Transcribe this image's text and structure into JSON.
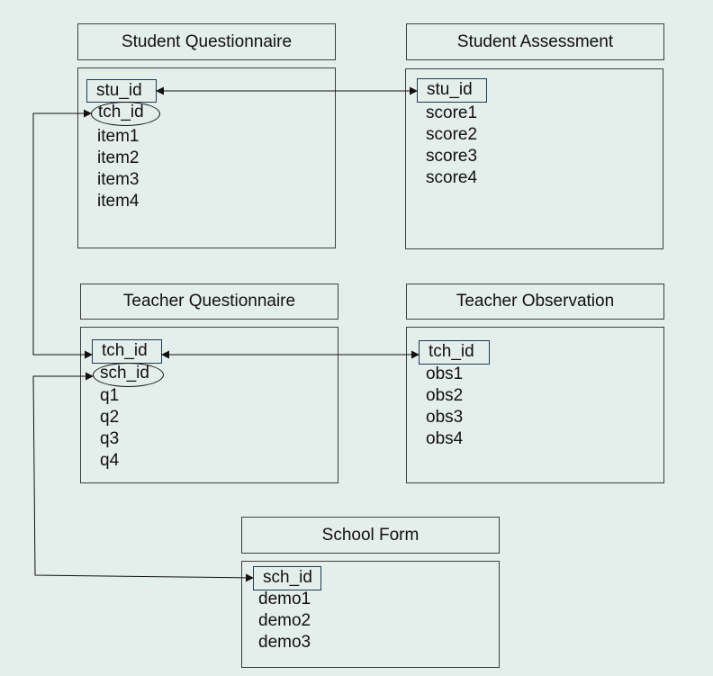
{
  "tables": {
    "student_questionnaire": {
      "title": "Student Questionnaire",
      "key": "stu_id",
      "foreign_key": "tch_id",
      "fields": [
        "item1",
        "item2",
        "item3",
        "item4"
      ]
    },
    "student_assessment": {
      "title": "Student Assessment",
      "key": "stu_id",
      "fields": [
        "score1",
        "score2",
        "score3",
        "score4"
      ]
    },
    "teacher_questionnaire": {
      "title": "Teacher Questionnaire",
      "key": "tch_id",
      "foreign_key": "sch_id",
      "fields": [
        "q1",
        "q2",
        "q3",
        "q4"
      ]
    },
    "teacher_observation": {
      "title": "Teacher Observation",
      "key": "tch_id",
      "fields": [
        "obs1",
        "obs2",
        "obs3",
        "obs4"
      ]
    },
    "school_form": {
      "title": "School Form",
      "key": "sch_id",
      "fields": [
        "demo1",
        "demo2",
        "demo3"
      ]
    }
  },
  "colors": {
    "background": "#e4eeea",
    "border": "#3f3f3f",
    "key_border": "#1f3a5a",
    "text": "#111111"
  }
}
